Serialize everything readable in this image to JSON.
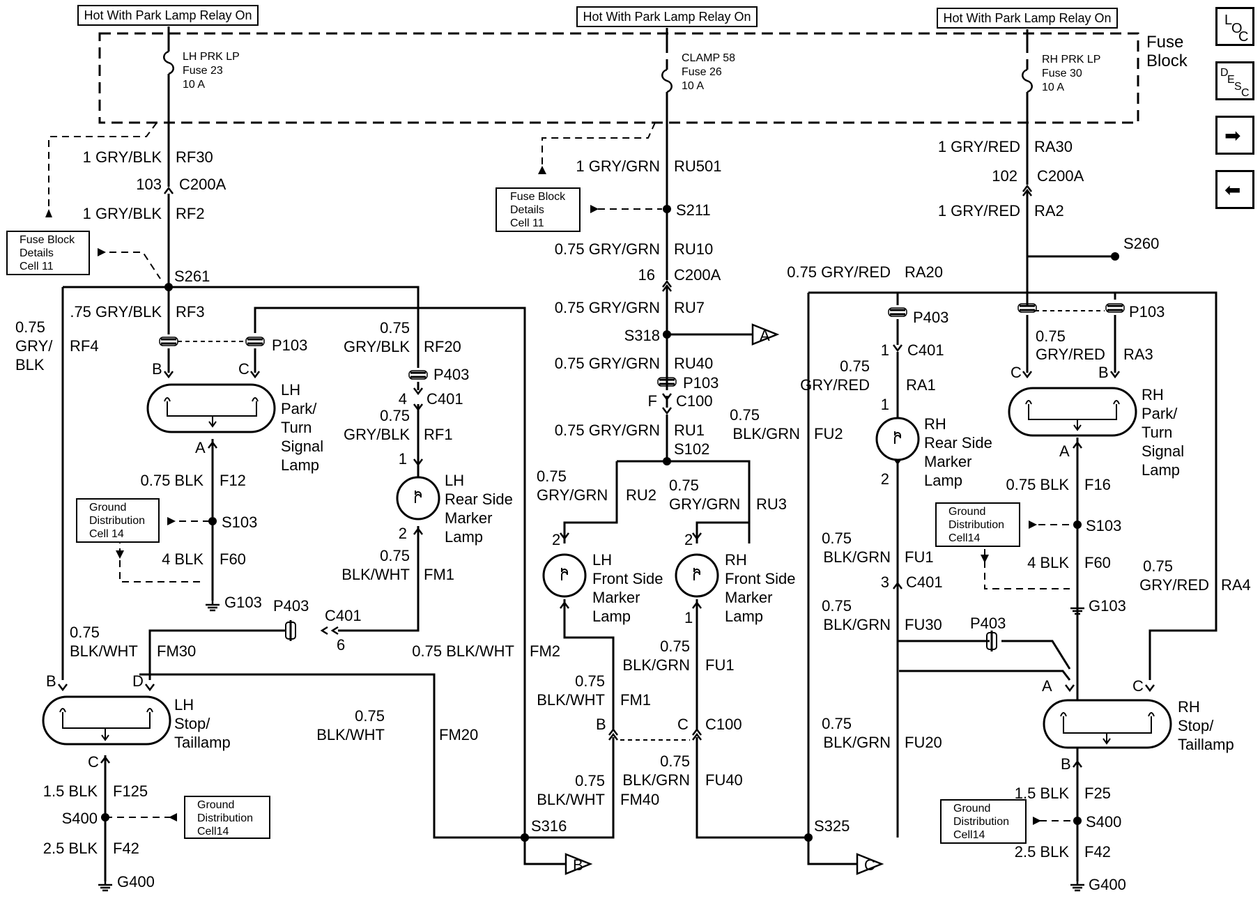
{
  "fuse_block": {
    "relay_label": "Hot With Park Lamp Relay On",
    "title_line1": "Fuse",
    "title_line2": "Block",
    "fuses": [
      {
        "name": "LH PRK LP",
        "fuse": "Fuse 23",
        "rating": "10 A"
      },
      {
        "name": "CLAMP 58",
        "fuse": "Fuse 26",
        "rating": "10 A"
      },
      {
        "name": "RH PRK LP",
        "fuse": "Fuse 30",
        "rating": "10 A"
      }
    ]
  },
  "ref_boxes": {
    "fuse_details": [
      "Fuse Block",
      "Details",
      "Cell 11"
    ],
    "ground_dist": [
      "Ground",
      "Distribution",
      "Cell 14"
    ],
    "ground_dist_alt": [
      "Ground",
      "Distribution",
      "Cell14"
    ]
  },
  "nav": {
    "loc": [
      "L",
      "O",
      "C"
    ],
    "desc": [
      "D",
      "E",
      "S",
      "C"
    ],
    "next": "➡",
    "prev": "⬅"
  },
  "left": {
    "w_rf30": "1 GRY/BLK",
    "c_rf30": "RF30",
    "pin_103": "103",
    "conn_c200a": "C200A",
    "w_rf2": "1 GRY/BLK",
    "c_rf2": "RF2",
    "splice_s261": "S261",
    "w_rf3": ".75 GRY/BLK",
    "c_rf3": "RF3",
    "w_rf4": [
      "0.75",
      "GRY/",
      "BLK"
    ],
    "c_rf4": "RF4",
    "conn_p103": "P103",
    "pin_b": "B",
    "pin_c": "C",
    "lamp_park": [
      "LH",
      "Park/",
      "Turn",
      "Signal",
      "Lamp"
    ],
    "pin_a": "A",
    "w_f12": "0.75 BLK",
    "c_f12": "F12",
    "splice_s103": "S103",
    "w_f60": "4 BLK",
    "c_f60": "F60",
    "ground_g103": "G103",
    "w_rf20": [
      "0.75",
      "GRY/BLK"
    ],
    "c_rf20": "RF20",
    "conn_p403": "P403",
    "pin_4": "4",
    "conn_c401": "C401",
    "w_rf1": [
      "0.75",
      "GRY/BLK"
    ],
    "c_rf1": "RF1",
    "pin_1": "1",
    "pin_2": "2",
    "lamp_rear": [
      "LH",
      "Rear Side",
      "Marker",
      "Lamp"
    ],
    "w_fm1": [
      "0.75",
      "BLK/WHT"
    ],
    "c_fm1": "FM1",
    "conn_p403b": "P403",
    "conn_c401b": "C401",
    "pin_6": "6",
    "w_fm30": [
      "0.75",
      "BLK/WHT"
    ],
    "c_fm30": "FM30",
    "w_fm2": "0.75 BLK/WHT",
    "c_fm2": "FM2",
    "pin_b2": "B",
    "pin_d": "D",
    "lamp_stop": [
      "LH",
      "Stop/",
      "Taillamp"
    ],
    "pin_c2": "C",
    "w_f125": "1.5 BLK",
    "c_f125": "F125",
    "splice_s400": "S400",
    "w_f42": "2.5 BLK",
    "c_f42": "F42",
    "ground_g400": "G400",
    "w_fm20": [
      "0.75",
      "BLK/WHT"
    ],
    "c_fm20": "FM20"
  },
  "center": {
    "w_ru501": "1 GRY/GRN",
    "c_ru501": "RU501",
    "splice_s211": "S211",
    "w_ru10": "0.75 GRY/GRN",
    "c_ru10": "RU10",
    "pin_16": "16",
    "conn_c200a": "C200A",
    "w_ru7": "0.75 GRY/GRN",
    "c_ru7": "RU7",
    "splice_s318": "S318",
    "arrow_a": "A",
    "w_ru40": "0.75 GRY/GRN",
    "c_ru40": "RU40",
    "conn_p103": "P103",
    "pin_f": "F",
    "conn_c100": "C100",
    "w_ru1": "0.75 GRY/GRN",
    "c_ru1": "RU1",
    "splice_s102": "S102",
    "w_ru2": [
      "0.75",
      "GRY/GRN"
    ],
    "c_ru2": "RU2",
    "w_ru3": [
      "0.75",
      "GRY/GRN"
    ],
    "c_ru3": "RU3",
    "pin_2a": "2",
    "pin_2b": "2",
    "pin_1": "1",
    "lamp_lhf": [
      "LH",
      "Front Side",
      "Marker",
      "Lamp"
    ],
    "lamp_rhf": [
      "RH",
      "Front Side",
      "Marker",
      "Lamp"
    ],
    "w_fu1": [
      "0.75",
      "BLK/GRN"
    ],
    "c_fu1": "FU1",
    "w_fm1": [
      "0.75",
      "BLK/WHT"
    ],
    "c_fm1": "FM1",
    "pin_b": "B",
    "pin_c": "C",
    "conn_c100b": "C100",
    "w_fu40": [
      "0.75",
      "BLK/GRN"
    ],
    "c_fu40": "FU40",
    "w_fm40": [
      "0.75",
      "BLK/WHT"
    ],
    "c_fm40": "FM40",
    "splice_s316": "S316",
    "arrow_b": "B",
    "splice_s325": "S325",
    "arrow_c": "C",
    "w_fu2": [
      "0.75",
      "BLK/GRN"
    ],
    "c_fu2": "FU2"
  },
  "right": {
    "w_ra30": "1 GRY/RED",
    "c_ra30": "RA30",
    "pin_102": "102",
    "conn_c200a": "C200A",
    "w_ra2": "1 GRY/RED",
    "c_ra2": "RA2",
    "splice_s260": "S260",
    "w_ra20": "0.75 GRY/RED",
    "c_ra20": "RA20",
    "conn_p403": "P403",
    "conn_p103": "P103",
    "pin_1": "1",
    "conn_c401": "C401",
    "w_ra1": [
      "0.75",
      "GRY/RED"
    ],
    "c_ra1": "RA1",
    "w_ra3": [
      "0.75",
      "GRY/RED"
    ],
    "c_ra3": "RA3",
    "pin_1b": "1",
    "pin_2": "2",
    "lamp_rear": [
      "RH",
      "Rear Side",
      "Marker",
      "Lamp"
    ],
    "pin_c": "C",
    "pin_b": "B",
    "lamp_park": [
      "RH",
      "Park/",
      "Turn",
      "Signal",
      "Lamp"
    ],
    "pin_a": "A",
    "w_f16": "0.75 BLK",
    "c_f16": "F16",
    "splice_s103": "S103",
    "w_f60": "4 BLK",
    "c_f60": "F60",
    "ground_g103": "G103",
    "w_fu1": [
      "0.75",
      "BLK/GRN"
    ],
    "c_fu1": "FU1",
    "pin_3": "3",
    "conn_c401b": "C401",
    "w_fu30": [
      "0.75",
      "BLK/GRN"
    ],
    "c_fu30": "FU30",
    "conn_p403b": "P403",
    "w_ra4": [
      "0.75",
      "GRY/RED"
    ],
    "c_ra4": "RA4",
    "pin_a2": "A",
    "pin_c2": "C",
    "lamp_stop": [
      "RH",
      "Stop/",
      "Taillamp"
    ],
    "pin_b2": "B",
    "w_fu20": [
      "0.75",
      "BLK/GRN"
    ],
    "c_fu20": "FU20",
    "w_f25": "1.5 BLK",
    "c_f25": "F25",
    "splice_s400": "S400",
    "w_f42": "2.5 BLK",
    "c_f42": "F42",
    "ground_g400": "G400"
  }
}
